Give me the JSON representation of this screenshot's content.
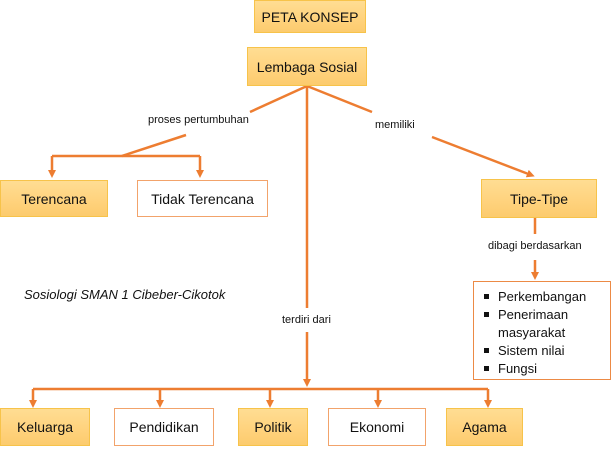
{
  "title": "PETA KONSEP",
  "root": "Lembaga Sosial",
  "colors": {
    "connector": "#ed7d31",
    "filled_node": "#ffd27c",
    "filled_border": "#f7c34a",
    "outline_border": "#f2a36b"
  },
  "branches": {
    "growth": {
      "label": "proses pertumbuhan",
      "children": [
        "Terencana",
        "Tidak Terencana"
      ]
    },
    "has": {
      "label": "memiliki",
      "child": "Tipe-Tipe",
      "sub_label": "dibagi berdasarkan",
      "items": [
        "Perkembangan",
        "Penerimaan masyarakat",
        "Sistem nilai",
        "Fungsi"
      ]
    },
    "consists": {
      "label": "terdiri dari",
      "children": [
        "Keluarga",
        "Pendidikan",
        "Politik",
        "Ekonomi",
        "Agama"
      ]
    }
  },
  "credit": "Sosiologi SMAN 1 Cibeber-Cikotok"
}
